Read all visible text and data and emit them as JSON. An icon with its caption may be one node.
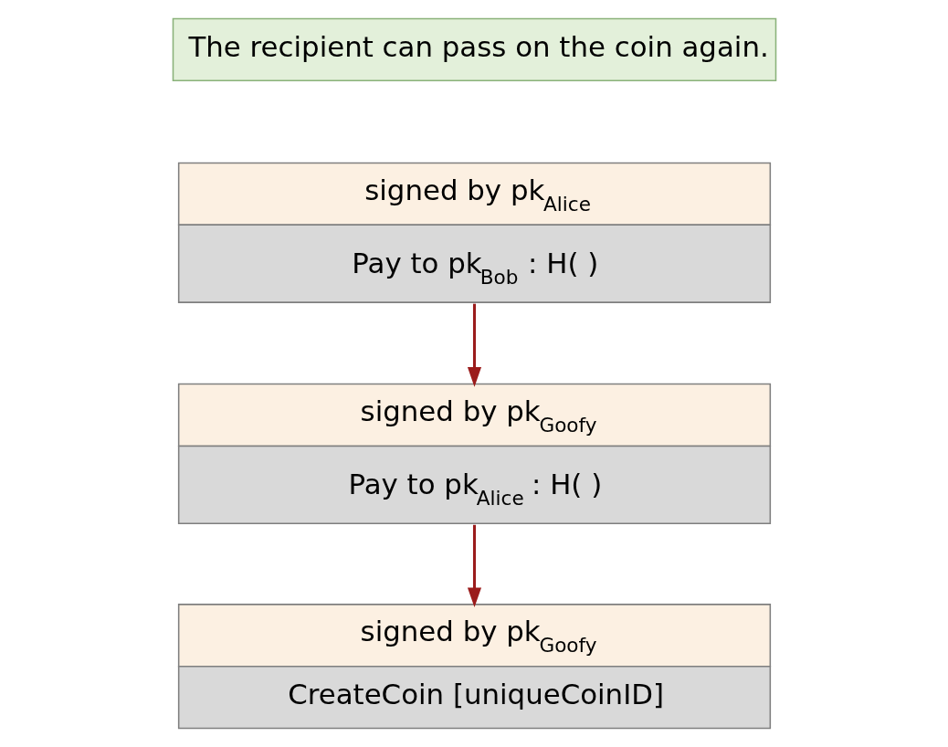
{
  "diagram": {
    "nodes": [
      {
        "text": [
          "The recipient can pass on the coin again."
        ]
      },
      {
        "text": [
          "signed by pk$_{Alice}$",
          "Pay to pk$_{Bob}$ : H( )"
        ]
      },
      {
        "text": [
          "signed by pk$_{Goofy}$",
          "Pay to pk$_{Alice}$ : H( )"
        ]
      },
      {
        "text": [
          "signed by pk$_{Goofy}$",
          "CreateCoin [uniqueCoinID]"
        ]
      }
    ],
    "edges": [
      {
        "from": 1,
        "to": 2,
        "arrow": "to",
        "color": "#9b1c1c"
      },
      {
        "from": 2,
        "to": 3,
        "arrow": "to",
        "color": "#9b1c1c"
      }
    ]
  }
}
